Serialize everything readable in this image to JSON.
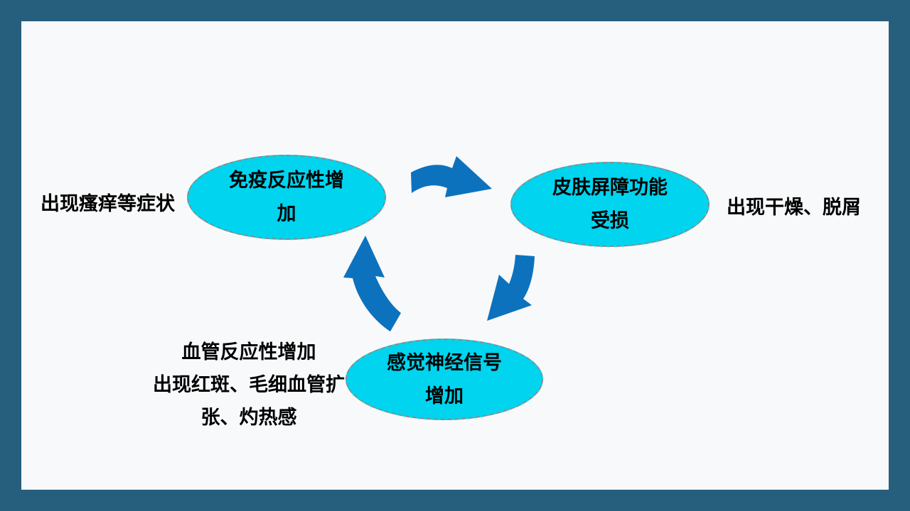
{
  "colors": {
    "frame": "#265F7E",
    "canvas": "#F8F9FA",
    "node_fill": "#00D4EF",
    "node_border": "#8A8A8A",
    "arrow": "#0D72BD",
    "text": "#000000"
  },
  "icons": {
    "top_arrow": "curved-arrow-right",
    "right_arrow": "curved-arrow-down-left",
    "left_arrow": "curved-arrow-up"
  },
  "nodes": {
    "immune": {
      "line1": "免疫反应性增",
      "line2": "加"
    },
    "barrier": {
      "line1": "皮肤屏障功能",
      "line2": "受损"
    },
    "sensory": {
      "line1": "感觉神经信号",
      "line2": "增加"
    }
  },
  "annotations": {
    "itch": "出现瘙痒等症状",
    "dry": "出现干燥、脱屑",
    "vascular_line1": "血管反应性增加",
    "vascular_line2": "出现红斑、毛细血管扩",
    "vascular_line3": "张、灼热感"
  }
}
